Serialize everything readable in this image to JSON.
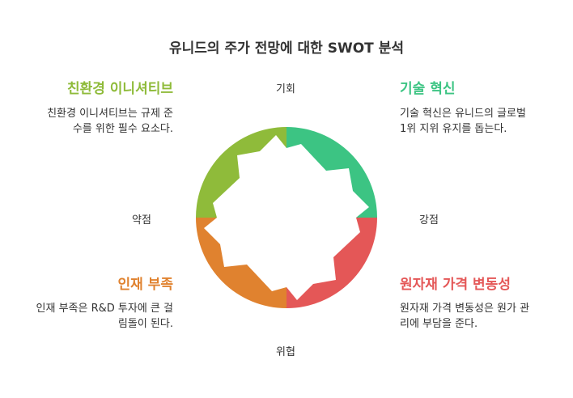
{
  "title": "유니드의 주가 전망에 대한 SWOT 분석",
  "axes": {
    "top": "기회",
    "bottom": "위협",
    "left": "약점",
    "right": "강점"
  },
  "quadrants": {
    "top_left": {
      "title": "친환경 이니셔티브",
      "line1": "친환경 이니셔티브는 규제 준",
      "line2": "수를 위한 필수 요소다.",
      "color": "#8fbb3a"
    },
    "top_right": {
      "title": "기술 혁신",
      "line1": "기술 혁신은 유니드의 글로벌",
      "line2": "1위 지위 유지를 돕는다.",
      "color": "#3cc483"
    },
    "bottom_left": {
      "title": "인재 부족",
      "line1": "인재 부족은 R&D 투자에 큰 걸",
      "line2": "림돌이 된다.",
      "color": "#e0822f"
    },
    "bottom_right": {
      "title": "원자재 가격 변동성",
      "line1": "원자재 가격 변동성은 원가 관",
      "line2": "리에 부담을 준다.",
      "color": "#e45757"
    }
  }
}
